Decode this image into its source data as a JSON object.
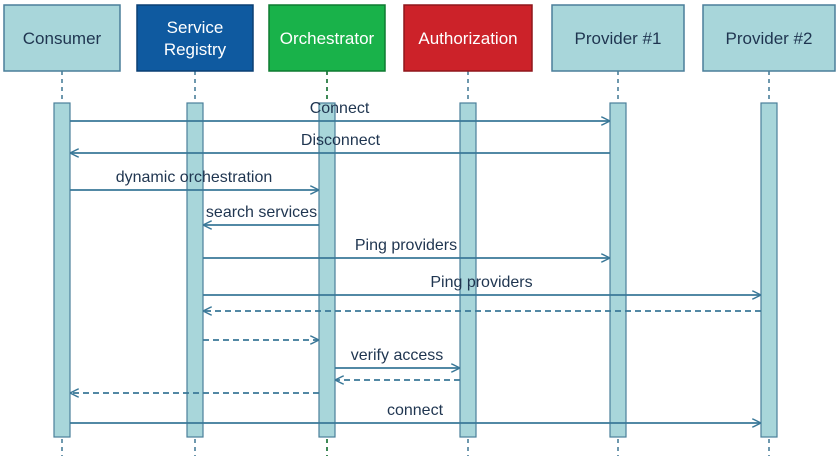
{
  "participants": [
    {
      "key": "consumer",
      "label": "Consumer",
      "lines": [
        "Consumer"
      ],
      "fill": "#a8d6da",
      "stroke": "#4a7f9a",
      "text_color": "#1f3550"
    },
    {
      "key": "service-registry",
      "label": "Service Registry",
      "lines": [
        "Service",
        "Registry"
      ],
      "fill": "#0f5aa0",
      "stroke": "#0a3f73",
      "text_color": "#ffffff"
    },
    {
      "key": "orchestrator",
      "label": "Orchestrator",
      "lines": [
        "Orchestrator"
      ],
      "fill": "#19b24a",
      "stroke": "#0e7a31",
      "text_color": "#ffffff"
    },
    {
      "key": "authorization",
      "label": "Authorization",
      "lines": [
        "Authorization"
      ],
      "fill": "#cc2229",
      "stroke": "#8f161b",
      "text_color": "#ffffff"
    },
    {
      "key": "provider-1",
      "label": "Provider #1",
      "lines": [
        "Provider #1"
      ],
      "fill": "#a8d6da",
      "stroke": "#4a7f9a",
      "text_color": "#1f3550"
    },
    {
      "key": "provider-2",
      "label": "Provider #2",
      "lines": [
        "Provider #2"
      ],
      "fill": "#a8d6da",
      "stroke": "#4a7f9a",
      "text_color": "#1f3550"
    }
  ],
  "messages": [
    {
      "from": "consumer",
      "to": "provider-1",
      "label": "Connect",
      "style": "solid"
    },
    {
      "from": "provider-1",
      "to": "consumer",
      "label": "Disconnect",
      "style": "solid"
    },
    {
      "from": "consumer",
      "to": "orchestrator",
      "label": "dynamic orchestration",
      "style": "solid"
    },
    {
      "from": "orchestrator",
      "to": "service-registry",
      "label": "search services",
      "style": "solid"
    },
    {
      "from": "service-registry",
      "to": "provider-1",
      "label": "Ping providers",
      "style": "solid"
    },
    {
      "from": "service-registry",
      "to": "provider-2",
      "label": "Ping providers",
      "style": "solid"
    },
    {
      "from": "provider-2",
      "to": "service-registry",
      "label": "",
      "style": "dashed"
    },
    {
      "from": "service-registry",
      "to": "orchestrator",
      "label": "",
      "style": "dashed"
    },
    {
      "from": "orchestrator",
      "to": "authorization",
      "label": "verify access",
      "style": "solid"
    },
    {
      "from": "authorization",
      "to": "orchestrator",
      "label": "",
      "style": "dashed"
    },
    {
      "from": "orchestrator",
      "to": "consumer",
      "label": "",
      "style": "dashed"
    },
    {
      "from": "consumer",
      "to": "provider-2",
      "label": "connect",
      "style": "solid"
    }
  ],
  "colors": {
    "lifeline": "#4a7f9a",
    "activation_fill": "#a8d6da",
    "activation_stroke": "#4a7f9a",
    "arrow": "#3a7898",
    "orchestrator_lifeline": "#0e6a2c"
  }
}
